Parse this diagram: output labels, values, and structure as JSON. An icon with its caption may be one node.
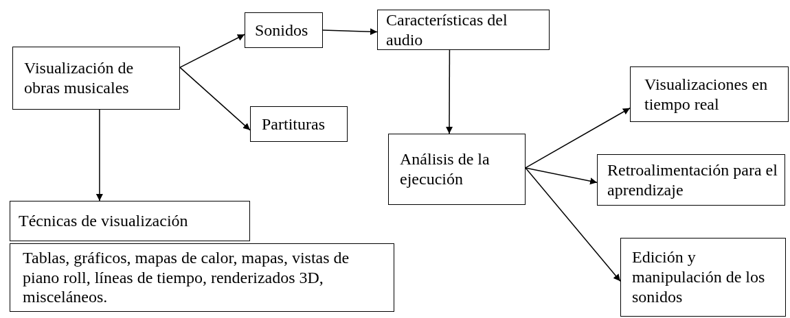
{
  "diagram": {
    "nodes": [
      {
        "text": [
          "Visualización de obras musicales"
        ]
      },
      {
        "text": [
          "Sonidos"
        ]
      },
      {
        "text": [
          "Características del audio"
        ]
      },
      {
        "text": [
          "Partituras"
        ]
      },
      {
        "text": [
          "Técnicas de visualización"
        ]
      },
      {
        "text": [
          "Tablas, gráficos, mapas de calor, mapas, vistas de piano roll, líneas de tiempo, renderizados 3D, misceláneos."
        ]
      },
      {
        "text": [
          "Análisis de la ejecución"
        ]
      },
      {
        "text": [
          "Visualizaciones en tiempo real"
        ]
      },
      {
        "text": [
          "Retroalimentación para el aprendizaje"
        ]
      },
      {
        "text": [
          "Edición y manipulación de los sonidos"
        ]
      }
    ],
    "edges": [
      {
        "from": 0,
        "to": 1,
        "arrow": "to"
      },
      {
        "from": 0,
        "to": 3,
        "arrow": "to"
      },
      {
        "from": 0,
        "to": 4,
        "arrow": "to"
      },
      {
        "from": 1,
        "to": 2,
        "arrow": "to"
      },
      {
        "from": 2,
        "to": 6,
        "arrow": "to"
      },
      {
        "from": 6,
        "to": 7,
        "arrow": "to"
      },
      {
        "from": 6,
        "to": 8,
        "arrow": "to"
      },
      {
        "from": 6,
        "to": 9,
        "arrow": "to"
      }
    ]
  }
}
